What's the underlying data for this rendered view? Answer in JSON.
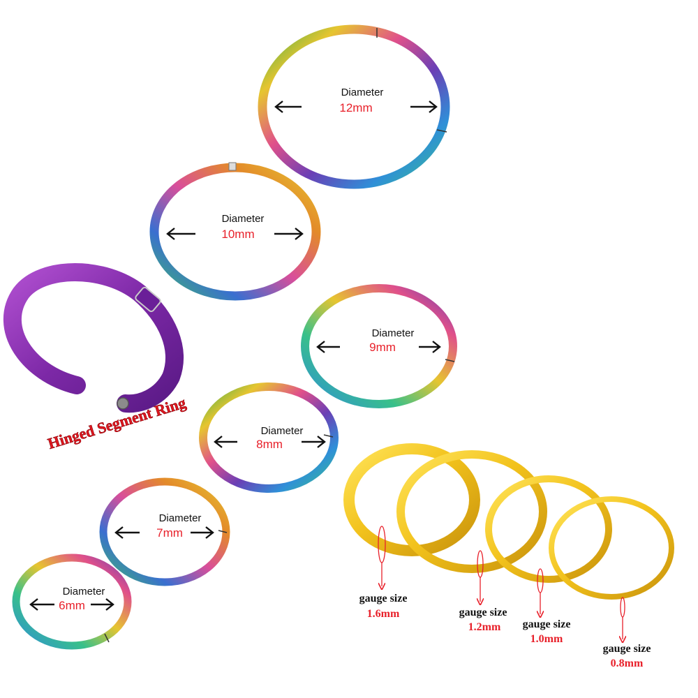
{
  "hinged_caption": "Hinged Segment Ring",
  "diameter_rings": [
    {
      "label": "Diameter",
      "size": "12mm"
    },
    {
      "label": "Diameter",
      "size": "10mm"
    },
    {
      "label": "Diameter",
      "size": "9mm"
    },
    {
      "label": "Diameter",
      "size": "8mm"
    },
    {
      "label": "Diameter",
      "size": "7mm"
    },
    {
      "label": "Diameter",
      "size": "6mm"
    }
  ],
  "gauge_rings": [
    {
      "label": "gauge size",
      "size": "1.6mm"
    },
    {
      "label": "gauge size",
      "size": "1.2mm"
    },
    {
      "label": "gauge size",
      "size": "1.0mm"
    },
    {
      "label": "gauge size",
      "size": "0.8mm"
    }
  ],
  "colors": {
    "rainbow": [
      "#3fae4a",
      "#e6c530",
      "#e0508a",
      "#6a3fb5",
      "#2f8fd8",
      "#38c08a"
    ],
    "purple": "#8a2fb0",
    "gold": "#f2c21c",
    "gold_dark": "#c9930c",
    "label_red": "#e8202a"
  }
}
